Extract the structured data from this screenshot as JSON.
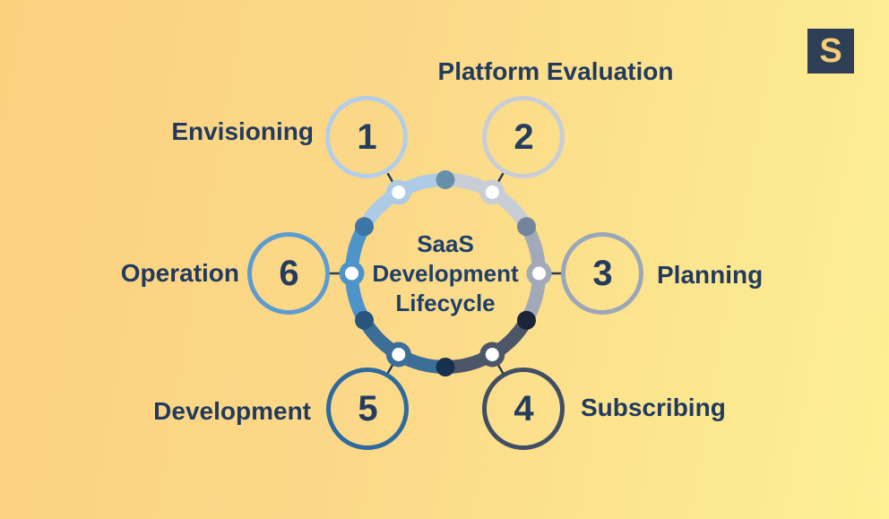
{
  "background": {
    "gradient_css": "linear-gradient(100deg,#fbd180 0%,#fbd988 45%,#fdf095 100%)",
    "gradient_start": "#fbd180",
    "gradient_end": "#fdf095"
  },
  "logo": {
    "letter": "S",
    "bg_color": "#2e3e54",
    "letter_color": "#f3cd7a"
  },
  "center": {
    "lines": [
      "SaaS",
      "Development",
      "Lifecycle"
    ],
    "text_color": "#1e4067"
  },
  "colors": {
    "label_text": "#223a5e",
    "number_text": "#243c5e",
    "connector": "#2b3a52"
  },
  "ring": {
    "white_dot_color": "#ffffff",
    "segments": [
      {
        "step": 1,
        "color": "#aecbe5"
      },
      {
        "step": 2,
        "color": "#c9cdd6"
      },
      {
        "step": 3,
        "color": "#a2aaba"
      },
      {
        "step": 4,
        "color": "#4c5669"
      },
      {
        "step": 5,
        "color": "#3c6e98"
      },
      {
        "step": 6,
        "color": "#4e94c8"
      }
    ],
    "boundary_dots": [
      {
        "position": "top",
        "color": "#6590a9"
      },
      {
        "position": "upper-right",
        "color": "#74849a"
      },
      {
        "position": "lower-right",
        "color": "#1b2438"
      },
      {
        "position": "bottom",
        "color": "#17304f"
      },
      {
        "position": "lower-left",
        "color": "#29547d"
      },
      {
        "position": "upper-left",
        "color": "#3d75a4"
      }
    ]
  },
  "items": [
    {
      "number": "1",
      "label": "Envisioning",
      "circle_color": "#b3cee9"
    },
    {
      "number": "2",
      "label": "Platform Evaluation",
      "circle_color": "#c8cdd7"
    },
    {
      "number": "3",
      "label": "Planning",
      "circle_color": "#9ba7b9"
    },
    {
      "number": "4",
      "label": "Subscribing",
      "circle_color": "#414e64"
    },
    {
      "number": "5",
      "label": "Development",
      "circle_color": "#2f6a9e"
    },
    {
      "number": "6",
      "label": "Operation",
      "circle_color": "#5b9cd1"
    }
  ]
}
